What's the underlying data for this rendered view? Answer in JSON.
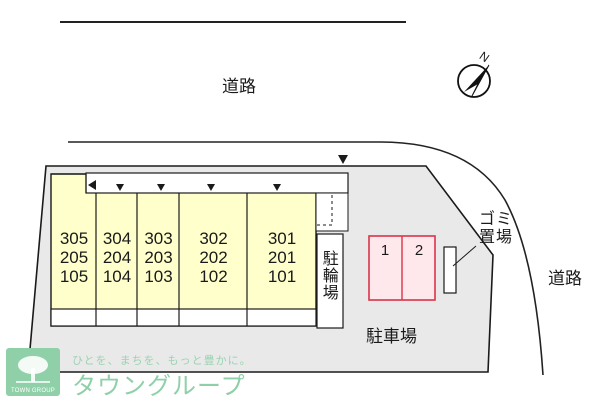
{
  "roads": {
    "north_label": "道路",
    "east_label": "道路"
  },
  "compass": {
    "north_letter": "N"
  },
  "building": {
    "units": [
      [
        "305",
        "205",
        "105"
      ],
      [
        "304",
        "204",
        "104"
      ],
      [
        "303",
        "203",
        "103"
      ],
      [
        "302",
        "202",
        "102"
      ],
      [
        "301",
        "201",
        "101"
      ]
    ]
  },
  "bicycle_parking": {
    "label": "駐輪場"
  },
  "parking": {
    "label": "駐車場",
    "spaces": [
      "1",
      "2"
    ],
    "color": "#d8344a"
  },
  "garbage": {
    "label": "ゴミ置場"
  },
  "watermark": {
    "tagline": "ひとを、まちを、もっと豊かに。",
    "brand": "タウングループ",
    "logo_text": "TOWN GROUP"
  },
  "colors": {
    "lot": "#e9e9e9",
    "building": "#ffffcc",
    "parking_fill": "#ffe8ec"
  }
}
